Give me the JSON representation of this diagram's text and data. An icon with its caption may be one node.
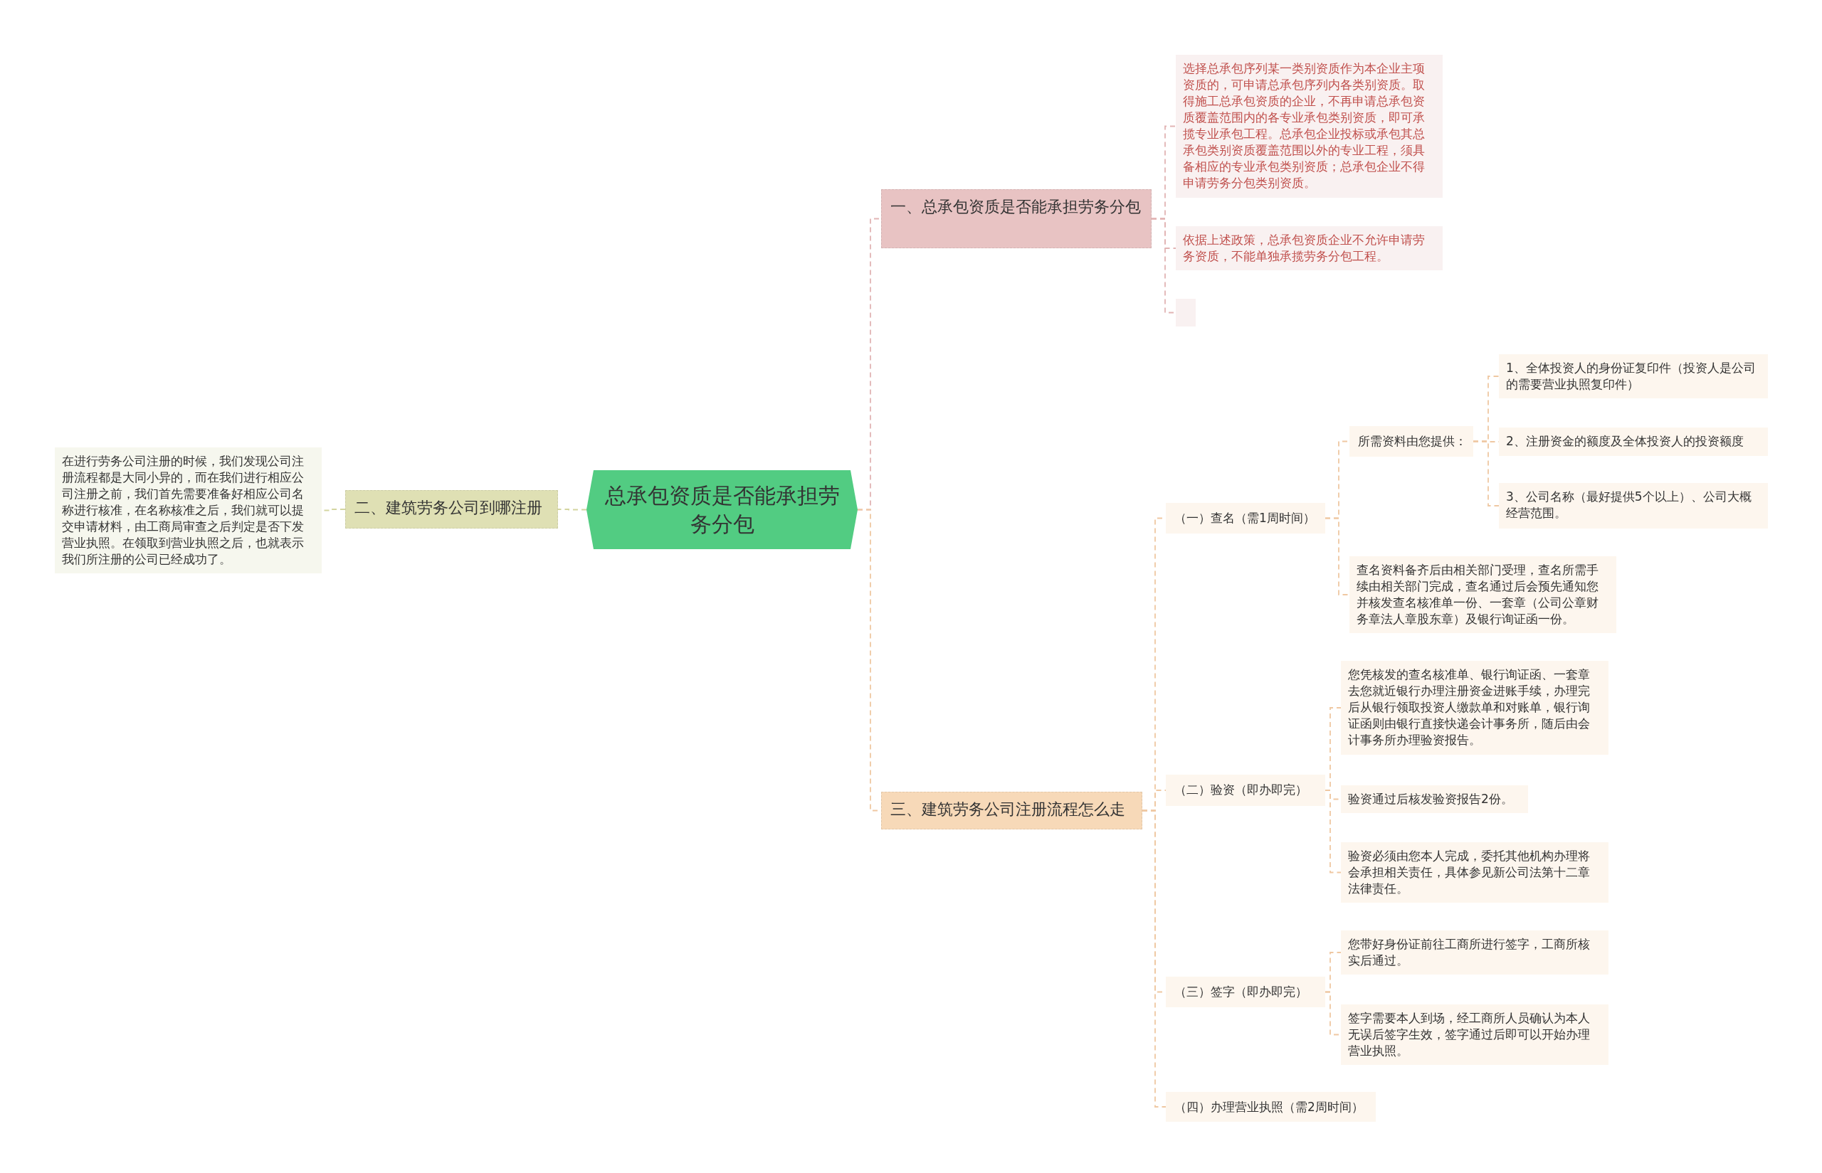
{
  "diagram": {
    "nodes": [
      {
        "text": [
          "总承包资质是否能承担劳务分包"
        ]
      },
      {
        "text": [
          "一、总承包资质是否能承担劳务分包"
        ]
      },
      {
        "text": [
          "选择总承包序列某一类别资质作为本企业主项资质的，可申请总承包序列内各类别资质。取得施工总承包资质的企业，不再申请总承包资质覆盖范围内的各专业承包类别资质，即可承揽专业承包工程。总承包企业投标或承包其总承包类别资质覆盖范围以外的专业工程，须具备相应的专业承包类别资质；总承包企业不得申请劳务分包类别资质。"
        ]
      },
      {
        "text": [
          "依据上述政策，总承包资质企业不允许申请劳务资质，不能单独承揽劳务分包工程。"
        ]
      },
      {
        "text": [],
        "shape": "box"
      },
      {
        "text": [
          "二、建筑劳务公司到哪注册"
        ]
      },
      {
        "text": [
          "在进行劳务公司注册的时候，我们发现公司注册流程都是大同小异的，而在我们进行相应公司注册之前，我们首先需要准备好相应公司名称进行核准，在名称核准之后，我们就可以提交申请材料，由工商局审查之后判定是否下发营业执照。在领取到营业执照之后，也就表示我们所注册的公司已经成功了。"
        ]
      },
      {
        "text": [
          "三、建筑劳务公司注册流程怎么走"
        ]
      },
      {
        "text": [
          "（一）查名（需1周时间）"
        ]
      },
      {
        "text": [
          "所需资料由您提供："
        ]
      },
      {
        "text": [
          "1、全体投资人的身份证复印件（投资人是公司的需要营业执照复印件）"
        ]
      },
      {
        "text": [
          "2、注册资金的额度及全体投资人的投资额度"
        ]
      },
      {
        "text": [
          "3、公司名称（最好提供5个以上）、公司大概经营范围。"
        ]
      },
      {
        "text": [
          "查名资料备齐后由相关部门受理，查名所需手续由相关部门完成，查名通过后会预先通知您并核发查名核准单一份、一套章（公司公章财务章法人章股东章）及银行询证函一份。"
        ]
      },
      {
        "text": [
          "（二）验资（即办即完）"
        ]
      },
      {
        "text": [
          "您凭核发的查名核准单、银行询证函、一套章去您就近银行办理注册资金进账手续，办理完后从银行领取投资人缴款单和对账单，银行询证函则由银行直接快递会计事务所，随后由会计事务所办理验资报告。"
        ]
      },
      {
        "text": [
          "验资通过后核发验资报告2份。"
        ]
      },
      {
        "text": [
          "验资必须由您本人完成，委托其他机构办理将会承担相关责任，具体参见新公司法第十二章法律责任。"
        ]
      },
      {
        "text": [
          "（三）签字（即办即完）"
        ]
      },
      {
        "text": [
          "您带好身份证前往工商所进行签字，工商所核实后通过。"
        ]
      },
      {
        "text": [
          "签字需要本人到场，经工商所人员确认为本人无误后签字生效，签字通过后即可以开始办理营业执照。"
        ]
      },
      {
        "text": [
          "（四）办理营业执照（需2周时间）"
        ]
      }
    ],
    "edges": [
      {
        "from": 0,
        "to": 1,
        "arrow": "none",
        "style": "dashed",
        "color": "#e2b4b4"
      },
      {
        "from": 0,
        "to": 5,
        "arrow": "none",
        "style": "dashed",
        "color": "#d3d5a0"
      },
      {
        "from": 0,
        "to": 7,
        "arrow": "none",
        "style": "dashed"
      },
      {
        "from": 1,
        "to": 2,
        "arrow": "none",
        "style": "dashed",
        "color": "#e2b4b4"
      },
      {
        "from": 1,
        "to": 3,
        "arrow": "none",
        "style": "dashed",
        "color": "#e2b4b4"
      },
      {
        "from": 1,
        "to": 4,
        "arrow": "none",
        "style": "dashed",
        "color": "#e2b4b4"
      },
      {
        "from": 5,
        "to": 6,
        "arrow": "none",
        "style": "dashed",
        "color": "#d3d5a0"
      },
      {
        "from": 7,
        "to": 8,
        "arrow": "none",
        "style": "dashed"
      },
      {
        "from": 7,
        "to": 14,
        "arrow": "none",
        "style": "dashed"
      },
      {
        "from": 7,
        "to": 18,
        "arrow": "none",
        "style": "dashed"
      },
      {
        "from": 7,
        "to": 21,
        "arrow": "none",
        "style": "dashed"
      },
      {
        "from": 8,
        "to": 9,
        "arrow": "none",
        "style": "dashed"
      },
      {
        "from": 8,
        "to": 13,
        "arrow": "none",
        "style": "dashed"
      },
      {
        "from": 9,
        "to": 10,
        "arrow": "none",
        "style": "dashed"
      },
      {
        "from": 9,
        "to": 11,
        "arrow": "none",
        "style": "dashed"
      },
      {
        "from": 9,
        "to": 12,
        "arrow": "none",
        "style": "dashed"
      },
      {
        "from": 14,
        "to": 15,
        "arrow": "none",
        "style": "dashed"
      },
      {
        "from": 14,
        "to": 16,
        "arrow": "none",
        "style": "dashed"
      },
      {
        "from": 14,
        "to": 17,
        "arrow": "none",
        "style": "dashed"
      },
      {
        "from": 18,
        "to": 19,
        "arrow": "none",
        "style": "dashed"
      },
      {
        "from": 18,
        "to": 20,
        "arrow": "none",
        "style": "dashed"
      }
    ]
  }
}
